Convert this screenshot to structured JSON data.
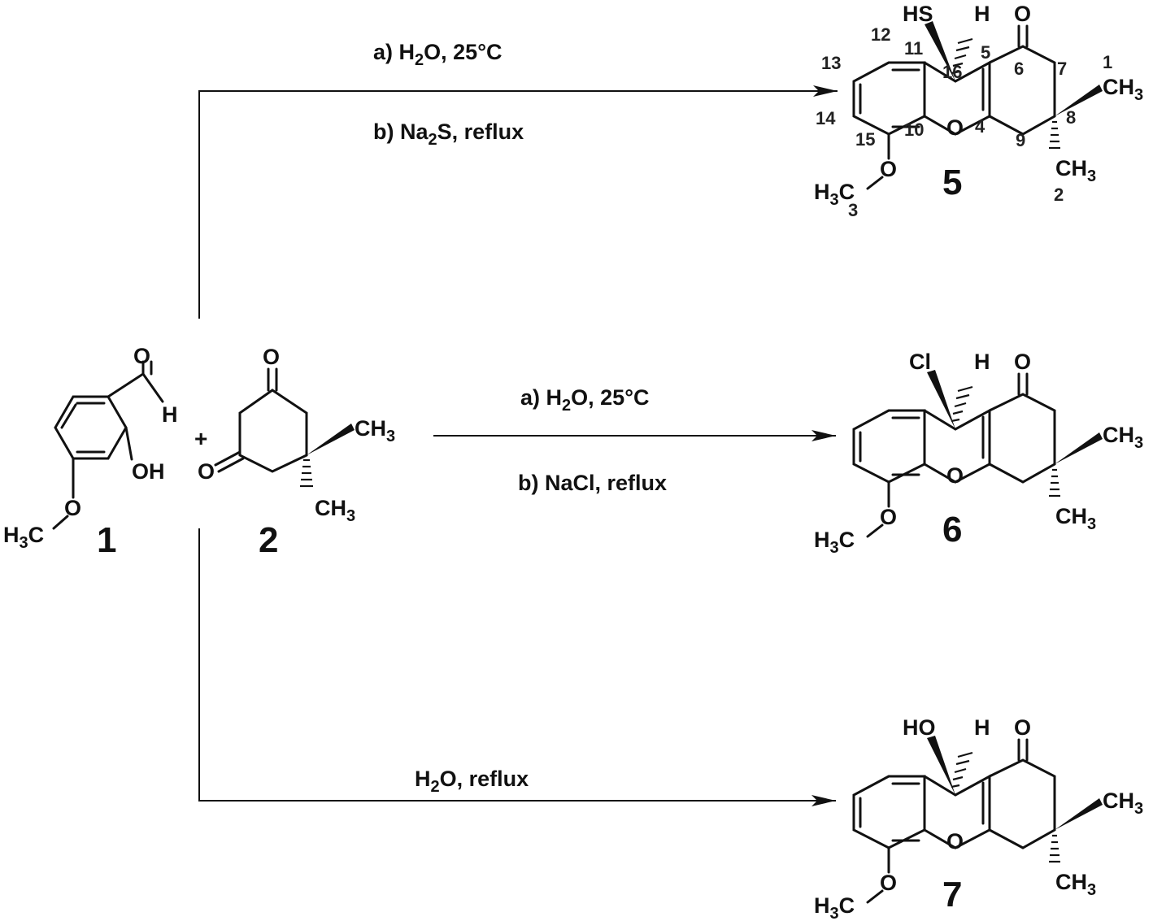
{
  "compounds": {
    "c1": {
      "label": "1",
      "aldehyde_o": "O",
      "aldehyde_h": "H",
      "oh": "OH",
      "ome_o": "O",
      "h3c": "H3C"
    },
    "c2": {
      "label": "2",
      "o_top": "O",
      "o_left": "O",
      "ch3_a": "CH3",
      "ch3_b": "CH3"
    },
    "c5": {
      "label": "5",
      "sub": "HS",
      "h": "H",
      "o_ring": "O",
      "o_keto": "O",
      "ome_o": "O",
      "h3c": "H3C",
      "ch3_a": "CH3",
      "ch3_b": "CH3",
      "numbering": [
        "1",
        "2",
        "3",
        "4",
        "5",
        "6",
        "7",
        "8",
        "9",
        "10",
        "11",
        "12",
        "13",
        "14",
        "15",
        "16"
      ]
    },
    "c6": {
      "label": "6",
      "sub": "Cl",
      "h": "H",
      "o_ring": "O",
      "o_keto": "O",
      "ome_o": "O",
      "h3c": "H3C",
      "ch3_a": "CH3",
      "ch3_b": "CH3"
    },
    "c7": {
      "label": "7",
      "sub": "HO",
      "h": "H",
      "o_ring": "O",
      "o_keto": "O",
      "ome_o": "O",
      "h3c": "H3C",
      "ch3_a": "CH3",
      "ch3_b": "CH3"
    }
  },
  "plus": "+",
  "conditions": {
    "top_a": "a) H2O, 25°C",
    "top_b": "b) Na2S, reflux",
    "mid_a": "a) H2O, 25°C",
    "mid_b": "b) NaCl, reflux",
    "bottom": "H2O, reflux"
  }
}
